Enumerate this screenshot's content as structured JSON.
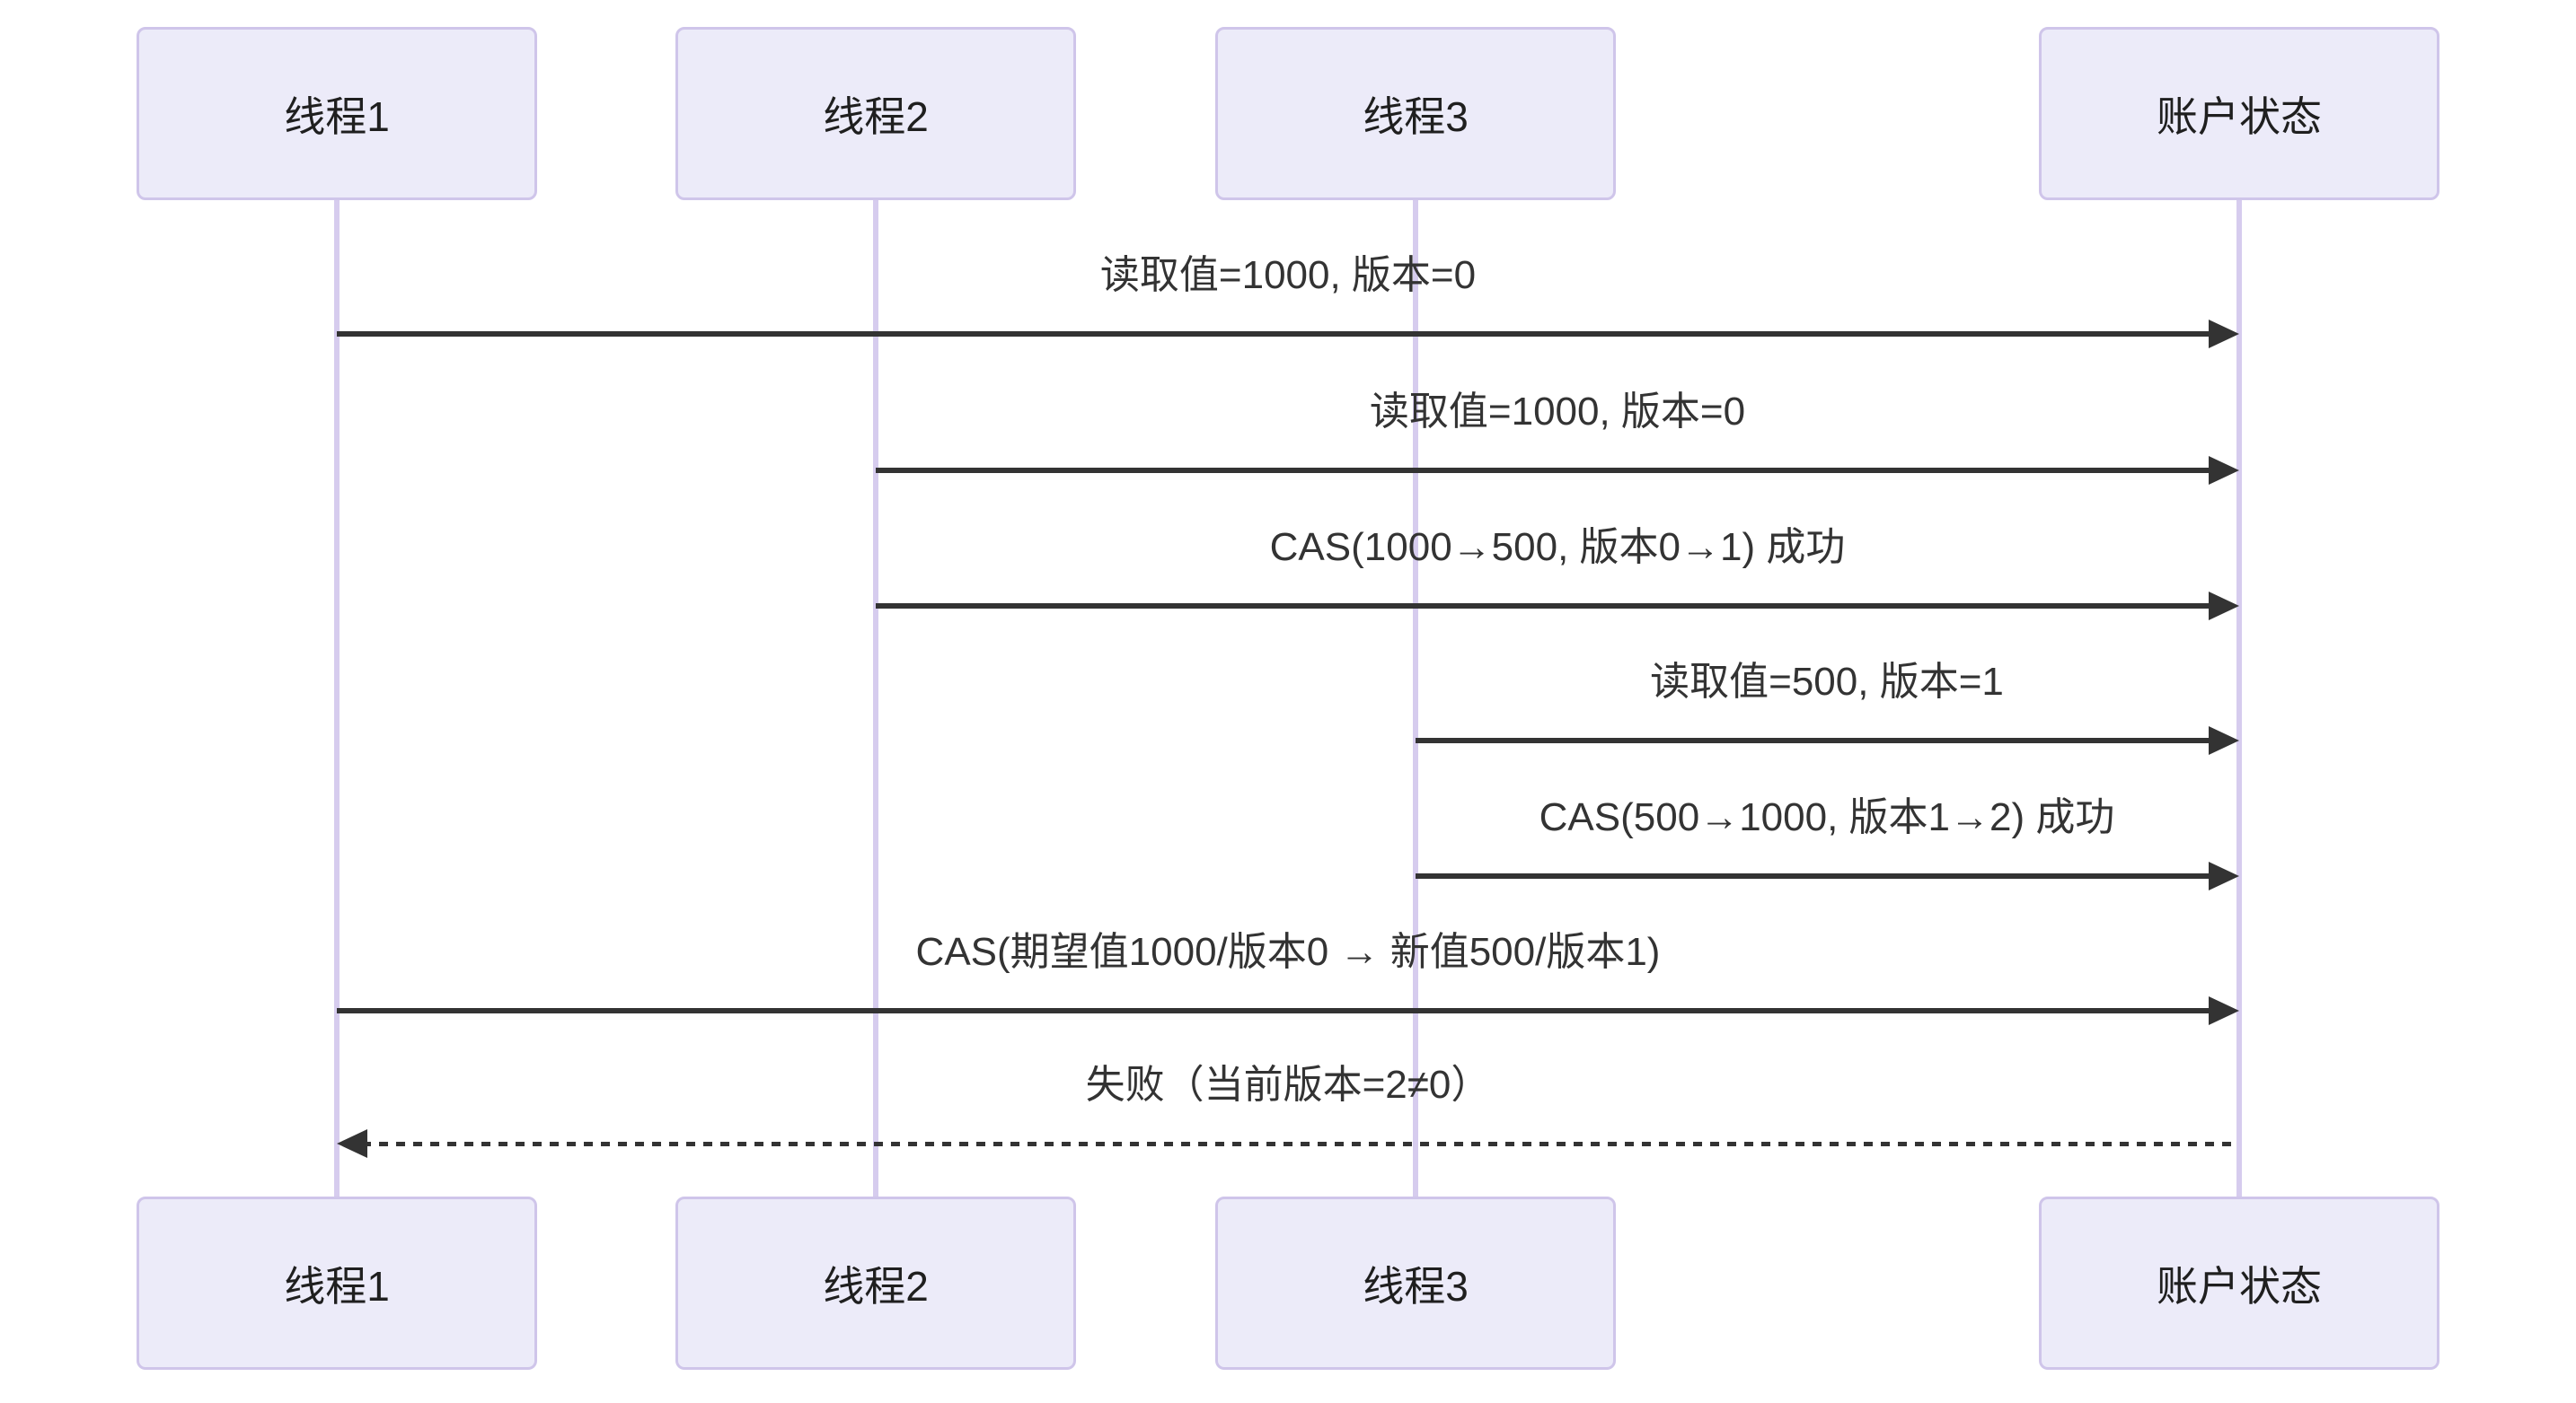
{
  "diagram_type": "sequence",
  "colors": {
    "bg": "#ffffff",
    "actor-fill": "#ECEBF9",
    "actor-border": "#CFC5EA",
    "lifeline": "#D6CCEE",
    "arrow": "#333333",
    "msg-text": "#333333",
    "actor-text": "#1f1f1f"
  },
  "actors": [
    {
      "label": "线程1"
    },
    {
      "label": "线程2"
    },
    {
      "label": "线程3"
    },
    {
      "label": "账户状态"
    }
  ],
  "messages": [
    {
      "label": "读取值=1000, 版本=0",
      "from": "线程1",
      "to": "账户状态",
      "line": "solid",
      "direction": "right"
    },
    {
      "label": "读取值=1000, 版本=0",
      "from": "线程2",
      "to": "账户状态",
      "line": "solid",
      "direction": "right"
    },
    {
      "label": "CAS(1000→500, 版本0→1) 成功",
      "from": "线程2",
      "to": "账户状态",
      "line": "solid",
      "direction": "right"
    },
    {
      "label": "读取值=500, 版本=1",
      "from": "线程3",
      "to": "账户状态",
      "line": "solid",
      "direction": "right"
    },
    {
      "label": "CAS(500→1000, 版本1→2) 成功",
      "from": "线程3",
      "to": "账户状态",
      "line": "solid",
      "direction": "right"
    },
    {
      "label": "CAS(期望值1000/版本0 → 新值500/版本1)",
      "from": "线程1",
      "to": "账户状态",
      "line": "solid",
      "direction": "right"
    },
    {
      "label": "失败（当前版本=2≠0）",
      "from": "账户状态",
      "to": "线程1",
      "line": "dashed",
      "direction": "left"
    }
  ]
}
